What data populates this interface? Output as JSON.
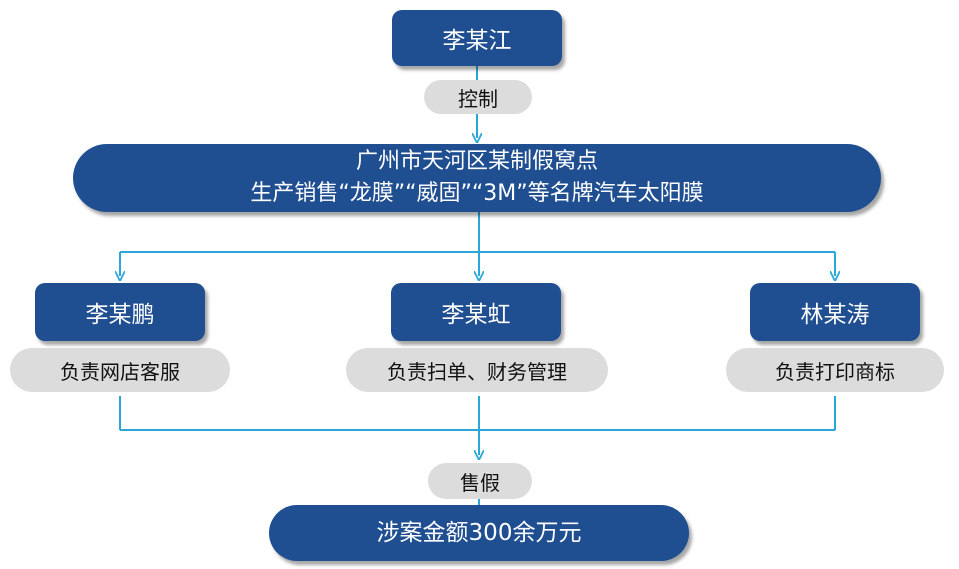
{
  "top": {
    "name": "李某江",
    "relation": "控制"
  },
  "site": {
    "line1": "广州市天河区某制假窝点",
    "line2": "生产销售“龙膜”“威固”“3M”等名牌汽车太阳膜"
  },
  "members": [
    {
      "name": "李某鹏",
      "role": "负责网店客服"
    },
    {
      "name": "李某虹",
      "role": "负责扫单、财务管理"
    },
    {
      "name": "林某涛",
      "role": "负责打印商标"
    }
  ],
  "sale": {
    "label": "售假",
    "amount": "涉案金额300余万元"
  },
  "colors": {
    "node": "#1f4e91",
    "tag": "#dcdcdc",
    "connector": "#2aa7d8"
  }
}
